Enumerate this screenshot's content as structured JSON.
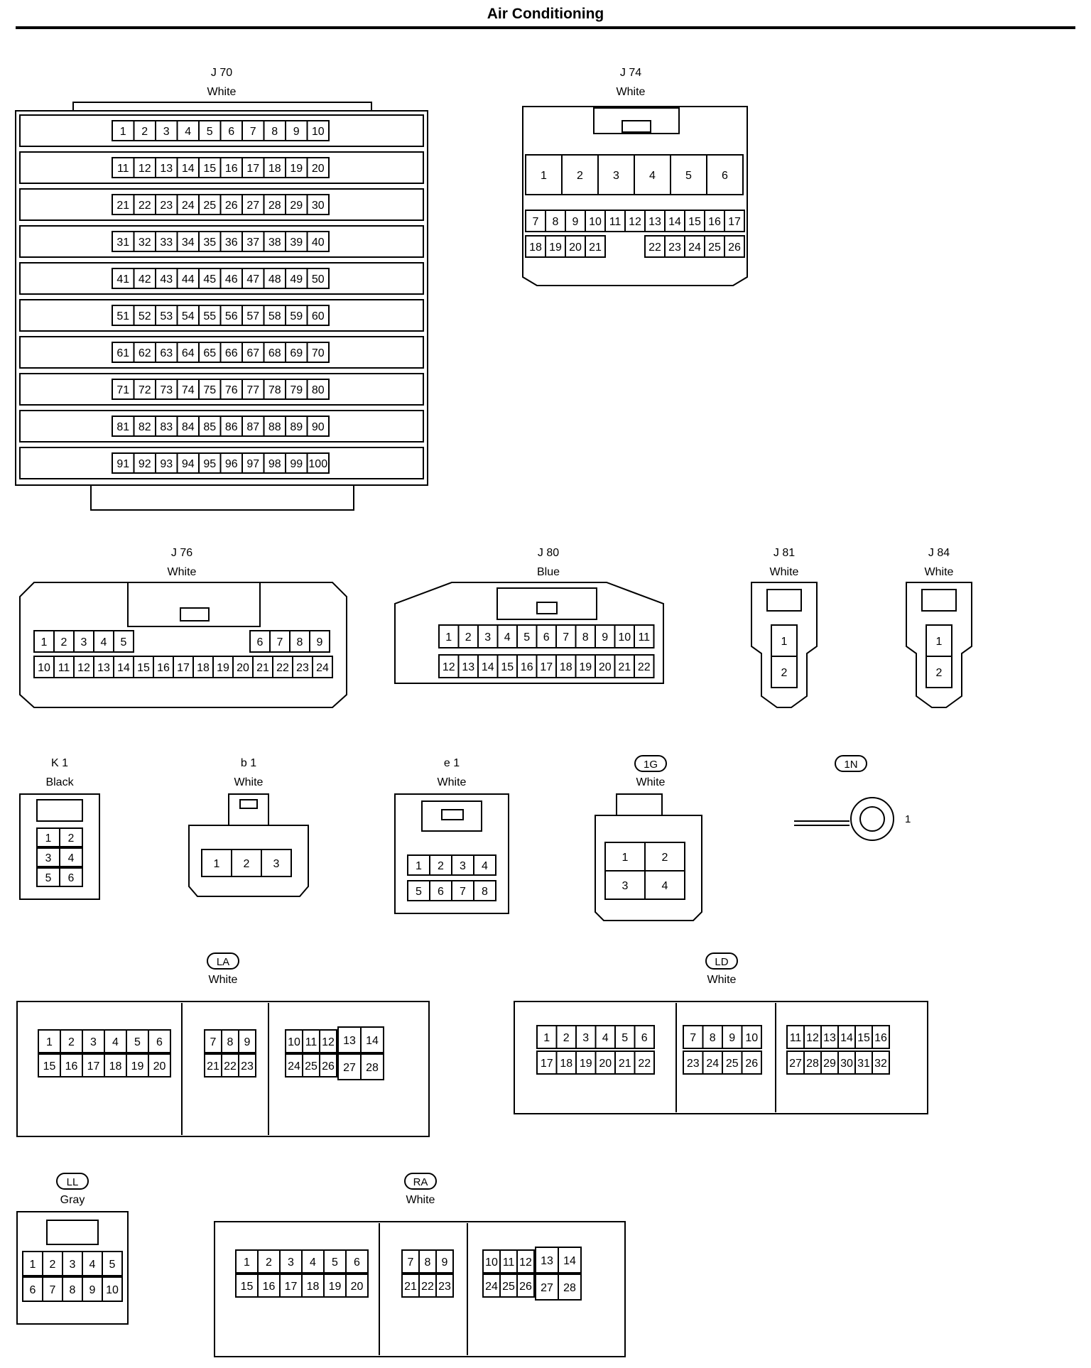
{
  "page": {
    "title": "Air Conditioning"
  },
  "connectors": [
    {
      "id": "J 70",
      "color": "White",
      "circled": false,
      "pins": 100
    },
    {
      "id": "J 74",
      "color": "White",
      "circled": false,
      "pins": 26
    },
    {
      "id": "J 76",
      "color": "White",
      "circled": false,
      "pins": 24
    },
    {
      "id": "J 80",
      "color": "Blue",
      "circled": false,
      "pins": 22
    },
    {
      "id": "J 81",
      "color": "White",
      "circled": false,
      "pins": 2
    },
    {
      "id": "J 84",
      "color": "White",
      "circled": false,
      "pins": 2
    },
    {
      "id": "K 1",
      "color": "Black",
      "circled": false,
      "pins": 6
    },
    {
      "id": "b 1",
      "color": "White",
      "circled": false,
      "pins": 3
    },
    {
      "id": "e 1",
      "color": "White",
      "circled": false,
      "pins": 8
    },
    {
      "id": "1G",
      "color": "White",
      "circled": true,
      "pins": 4
    },
    {
      "id": "1N",
      "color": "",
      "circled": true,
      "pins": 1,
      "terminal_label": "1"
    },
    {
      "id": "LA",
      "color": "White",
      "circled": true,
      "pins": 28
    },
    {
      "id": "LD",
      "color": "White",
      "circled": true,
      "pins": 32
    },
    {
      "id": "LL",
      "color": "Gray",
      "circled": true,
      "pins": 10
    },
    {
      "id": "RA",
      "color": "White",
      "circled": true,
      "pins": 28
    }
  ]
}
